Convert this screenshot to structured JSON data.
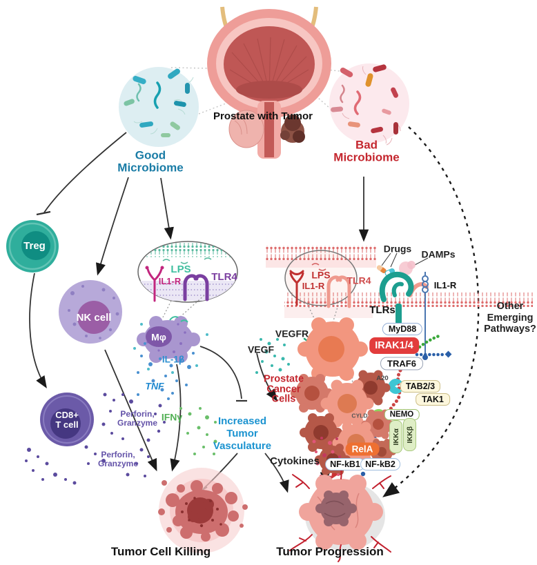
{
  "figure": {
    "organ_label": "Prostate with Tumor",
    "tumor_cell_killing": "Tumor Cell Killing",
    "tumor_progression": "Tumor Progression",
    "other_pathways": "Other\nEmerging\nPathways?"
  },
  "microbiome": {
    "good": "Good\nMicrobiome",
    "bad": "Bad\nMicrobiome"
  },
  "cells": {
    "treg": "Treg",
    "nk": "NK cell",
    "cd8": "CD8+\nT cell",
    "macrophage": "Mφ",
    "prostate_cancer": "Prostate\nCancer\nCells"
  },
  "receptors_left": {
    "lps": "LPS",
    "il1r": "IL1-R",
    "tlr4": "TLR4"
  },
  "receptors_right": {
    "lps": "LPS",
    "il1r": "IL1-R",
    "tlr4": "TLR4",
    "tlrs": "TLRs",
    "il1r_membrane": "IL1-R",
    "drugs": "Drugs",
    "damps": "DAMPs"
  },
  "mediators": {
    "il1b": "IL-1β",
    "tnf": "TNF",
    "ifng": "IFNγ",
    "perforin_granzyme": "Perforin,\nGranzyme",
    "cytokines": "Cytokines",
    "vegf": "VEGF",
    "vegfr": "VEGFR",
    "increased_tumor_vasculature": "Increased\nTumor\nVasculature"
  },
  "pathway": {
    "myd88": "MyD88",
    "irak14": "IRAK1/4",
    "traf6": "TRAF6",
    "a20": "A20",
    "tab23": "TAB2/3",
    "tak1": "TAK1",
    "cyld": "CYLD",
    "nemo": "NEMO",
    "ikka": "IKKα",
    "ikkb": "IKKβ",
    "rela": "RelA",
    "nfkb1": "NF-kB1",
    "nfkb2": "NF-kB2"
  },
  "colors": {
    "good_text": "#1a7ca6",
    "bad_text": "#c4262e",
    "vasculature_text": "#1b93d0",
    "irak_fill": "#e23c3c",
    "rela_fill": "#ee7032",
    "treg_fill": "#2fae9c",
    "nk_fill": "#b7a9d9",
    "cd8_fill": "#6b5aa8",
    "macrophage_fill": "#a996cf",
    "membrane_red": "#dd6b6b",
    "membrane_teal": "#57b99e"
  }
}
